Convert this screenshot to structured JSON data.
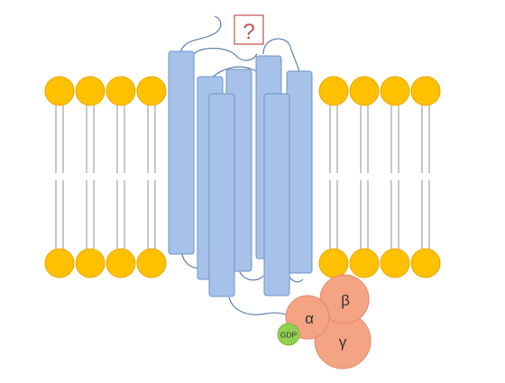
{
  "diagram": {
    "ligand_box": {
      "symbol": "?"
    },
    "g_protein": {
      "alpha": {
        "label": "α"
      },
      "beta": {
        "label": "β"
      },
      "gamma": {
        "label": "γ"
      },
      "gdp": {
        "label": "GDP"
      }
    }
  },
  "colors": {
    "lipid_head": "#FFC000",
    "lipid_head_stroke": "#E8A800",
    "lipid_tail": "#AAAAAA",
    "helix_fill": "#A7C2E8",
    "helix_stroke": "#6F93C9",
    "loop": "#5B7FB0",
    "ligand_box": "#C0504D",
    "g_subunit": "#F4A383",
    "g_subunit_stroke": "#E28A6A",
    "gdp": "#92D050"
  }
}
